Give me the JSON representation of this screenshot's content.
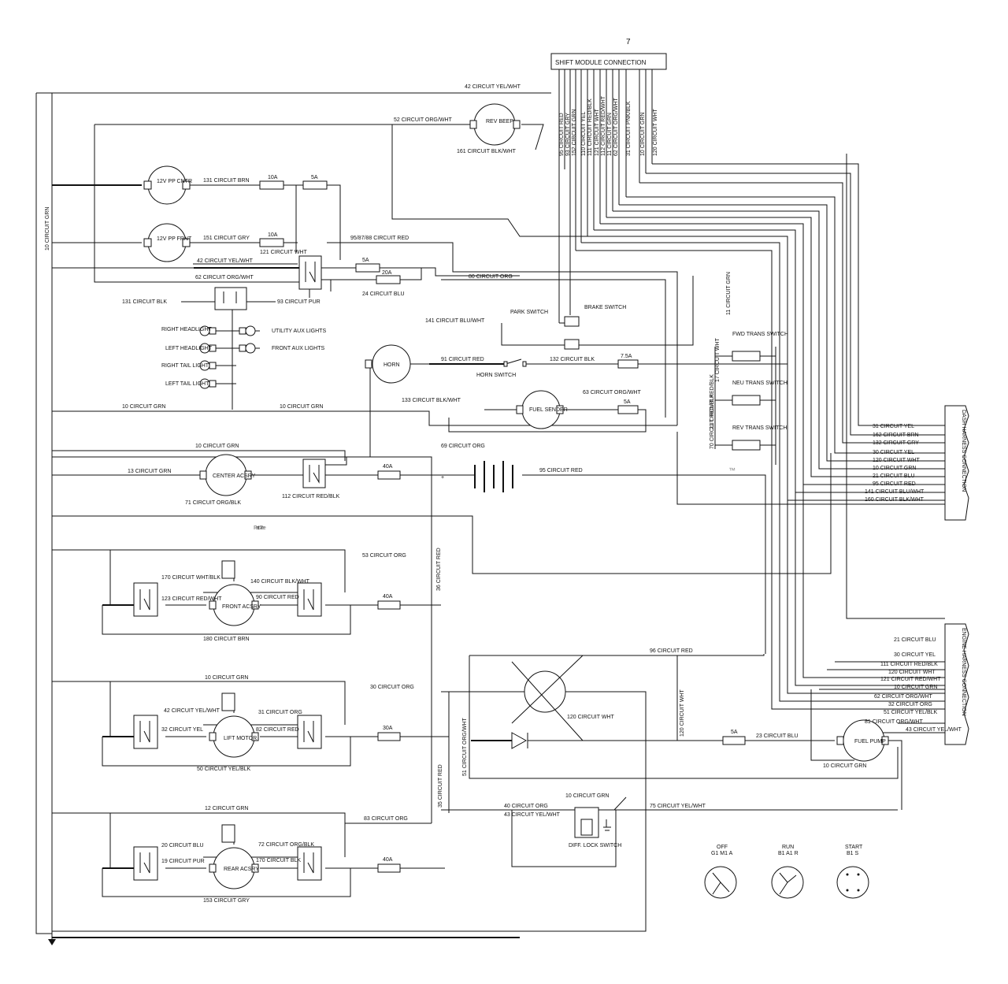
{
  "title_number": "7",
  "shift_module": {
    "label": "SHIFT MODULE CONNECTION",
    "pins": [
      "95 CIRCUIT RED",
      "93 CIRCUIT GRY",
      "152 CIRCUIT GRN",
      "110 CIRCUIT YEL",
      "111 CIRCUIT RED/BLK",
      "121 CIRCUIT WHT",
      "112 CIRCUIT RED/WHT",
      "11 CIRCUIT GRN",
      "62 CIRCUIT ORG/WHT",
      "31 CIRCUIT PNK/BLK",
      "10 CIRCUIT GRN",
      "120 CIRCUIT WHT"
    ]
  },
  "components": {
    "rev_beep": "REV BEEP",
    "outlet_12v_cnth": "12V PP CNTR",
    "outlet_12v_frnt": "12V PP FRNT",
    "utility_aux": "UTILITY AUX LIGHTS",
    "front_aux": "FRONT AUX LIGHTS",
    "right_headlight": "RIGHT HEADLIGHT",
    "left_headlight": "LEFT HEADLIGHT",
    "right_tail": "RIGHT TAIL LIGHT",
    "left_tail": "LEFT TAIL LIGHT",
    "horn": "HORN",
    "horn_switch": "HORN SWITCH",
    "park_switch": "PARK SWITCH",
    "brake_switch": "BRAKE SWITCH",
    "fwd_trans": "FWD TRANS SWITCH",
    "neu_trans": "NEU TRANS SWITCH",
    "rev_trans": "REV TRANS SWITCH",
    "fuel_sender": "FUEL SENDER",
    "center_acsry": "CENTER ACSRY",
    "front_acsry": "FRONT ACSRY",
    "lift_motor": "LIFT MOTOR",
    "rear_acsry": "REAR ACSRY",
    "fuel_pump": "FUEL PUMP",
    "diff_lock": "DIFF. LOCK SWITCH"
  },
  "fuses": [
    "10A",
    "5A",
    "10A",
    "5A",
    "20A",
    "7.5A",
    "5A",
    "40A",
    "40A",
    "30A",
    "40A",
    "5A"
  ],
  "wire_labels": {
    "w42_top": "42 CIRCUIT YEL/WHT",
    "w52": "52 CIRCUIT ORG/WHT",
    "w161": "161 CIRCUIT BLK/WHT",
    "w10_left": "10 CIRCUIT GRN",
    "w131_brn": "131 CIRCUIT BRN",
    "w151_gry": "151 CIRCUIT GRY",
    "w121_wht": "121 CIRCUIT WHT",
    "w95": "95/87/88 CIRCUIT RED",
    "w42_mid": "42 CIRCUIT YEL/WHT",
    "w62": "62 CIRCUIT ORG/WHT",
    "w24": "24 CIRCUIT BLU",
    "w80": "80 CIRCUIT ORG",
    "w131_blk": "131 CIRCUIT BLK",
    "w93_pur": "93 CIRCUIT PUR",
    "w141": "141 CIRCUIT BLU/WHT",
    "w91": "91 CIRCUIT RED",
    "w132": "132 CIRCUIT BLK",
    "w133": "133 CIRCUIT BLK/WHT",
    "w63": "63 CIRCUIT ORG/WHT",
    "w10_low_a": "10 CIRCUIT GRN",
    "w10_low_b": "10 CIRCUIT GRN",
    "w11": "11 CIRCUIT GRN",
    "w17": "17 CIRCUIT WHT",
    "w21_redblk": "21 CIRCUIT RED/BLK",
    "w70": "70 CIRCUIT RED/BLK",
    "w10_ctr": "10 CIRCUIT GRN",
    "w13": "13 CIRCUIT GRN",
    "w71": "71 CIRCUIT ORG/BLK",
    "w112": "112 CIRCUIT RED/BLK",
    "w69": "69 CIRCUIT ORG",
    "w95_red": "95 CIRCUIT RED",
    "w53": "53 CIRCUIT ORG",
    "w36": "36 CIRCUIT RED",
    "w170": "170 CIRCUIT WHT/BLK",
    "w123": "123 CIRCUIT RED/WHT",
    "w140": "140 CIRCUIT BLK/WHT",
    "w90": "90 CIRCUIT RED",
    "w180": "180 CIRCUIT BRN",
    "w10_lift": "10 CIRCUIT GRN",
    "w30": "30 CIRCUIT ORG",
    "w42_lift": "42 CIRCUIT YEL/WHT",
    "w32": "32 CIRCUIT YEL",
    "w31_org": "31 CIRCUIT ORG",
    "w82": "82 CIRCUIT RED",
    "w50": "50 CIRCUIT YEL/BLK",
    "w35": "35 CIRCUIT RED",
    "w120_right": "120 CIRCUIT WHT",
    "w51": "51 CIRCUIT ORG/WHT",
    "w96": "96 CIRCUIT RED",
    "w120_mid": "120 CIRCUIT WHT",
    "w23": "23 CIRCUIT BLU",
    "w10_pump": "10 CIRCUIT GRN",
    "w12": "12 CIRCUIT GRN",
    "w83": "83 CIRCUIT ORG",
    "w40": "40 CIRCUIT ORG",
    "w43_yel": "43 CIRCUIT YEL/WHT",
    "w10_diff": "10 CIRCUIT GRN",
    "w75": "75 CIRCUIT YEL/WHT",
    "w20": "20 CIRCUIT BLU",
    "w72": "72 CIRCUIT ORG/BLK",
    "w19": "19 CIRCUIT PUR",
    "w170_blk": "170 CIRCUIT BLK",
    "w153": "153 CIRCUIT GRY"
  },
  "dash_connector": {
    "label": "DASH HARNESS CONNECTION",
    "wires": [
      "31 CIRCUIT YEL",
      "162 CIRCUIT BRN",
      "132 CIRCUIT GRY",
      "30 CIRCUIT YEL",
      "120 CIRCUIT WHT",
      "10 CIRCUIT GRN",
      "21 CIRCUIT BLU",
      "95 CIRCUIT RED",
      "141 CIRCUIT BLU/WHT",
      "160 CIRCUIT BLK/WHT"
    ]
  },
  "engine_connector": {
    "label": "ENGINE HARNESS CONNECTION",
    "wires": [
      "21 CIRCUIT BLU",
      "30 CIRCUIT YEL",
      "111 CIRCUIT RED/BLK",
      "120 CIRCUIT WHT",
      "121 CIRCUIT RED/WHT",
      "10 CIRCUIT GRN",
      "62 CIRCUIT ORG/WHT",
      "32 CIRCUIT ORG",
      "51 CIRCUIT YEL/BLK",
      "81 CIRCUIT ORG/WHT",
      "43 CIRCUIT YEL/WHT"
    ]
  },
  "key_positions": [
    {
      "name": "OFF",
      "pins": "G1 M1 A"
    },
    {
      "name": "RUN",
      "pins": "B1 A1 R"
    },
    {
      "name": "START",
      "pins": "B1 S"
    }
  ],
  "watermark": "PartsTree",
  "trademark": "™"
}
